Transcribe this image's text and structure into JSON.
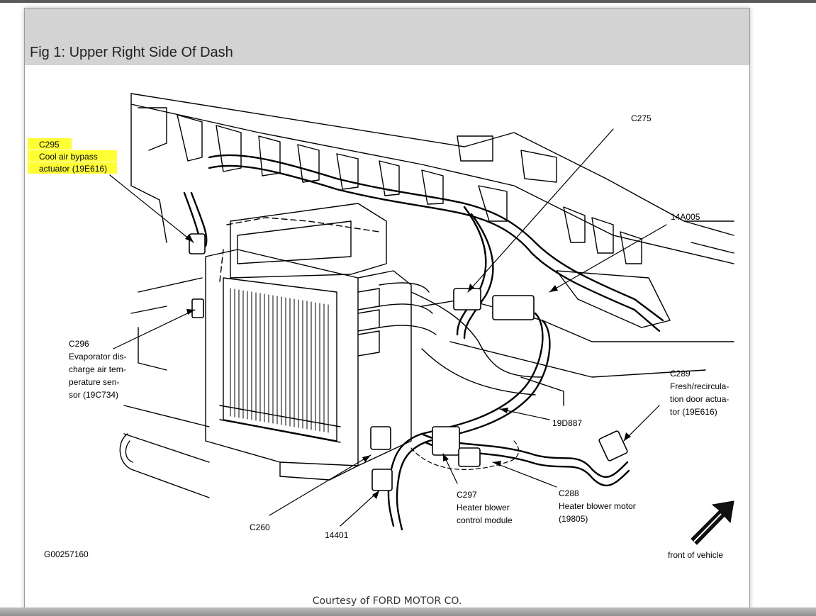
{
  "figure": {
    "title": "Fig 1: Upper Right Side Of Dash",
    "credit": "Courtesy of FORD MOTOR CO.",
    "drawing_id": "G00257160",
    "front_label": "front of vehicle"
  },
  "callouts": {
    "c295": {
      "code": "C295",
      "line1": "Cool air bypass",
      "line2": "actuator (19E616)",
      "highlight": "#ffff33"
    },
    "c275": {
      "code": "C275"
    },
    "a14a005": {
      "code": "14A005"
    },
    "c296": {
      "code": "C296",
      "line1": "Evaporator dis-",
      "line2": "charge air tem-",
      "line3": "perature sen-",
      "line4": "sor (19C734)"
    },
    "c289": {
      "code": "C289",
      "line1": "Fresh/recircula-",
      "line2": "tion door actua-",
      "line3": "tor (19E616)"
    },
    "d19d887": {
      "code": "19D887"
    },
    "c260": {
      "code": "C260"
    },
    "a14401": {
      "code": "14401"
    },
    "c297": {
      "code": "C297",
      "line1": "Heater blower",
      "line2": "control module"
    },
    "c288": {
      "code": "C288",
      "line1": "Heater blower motor",
      "line2": "(19805)"
    }
  }
}
